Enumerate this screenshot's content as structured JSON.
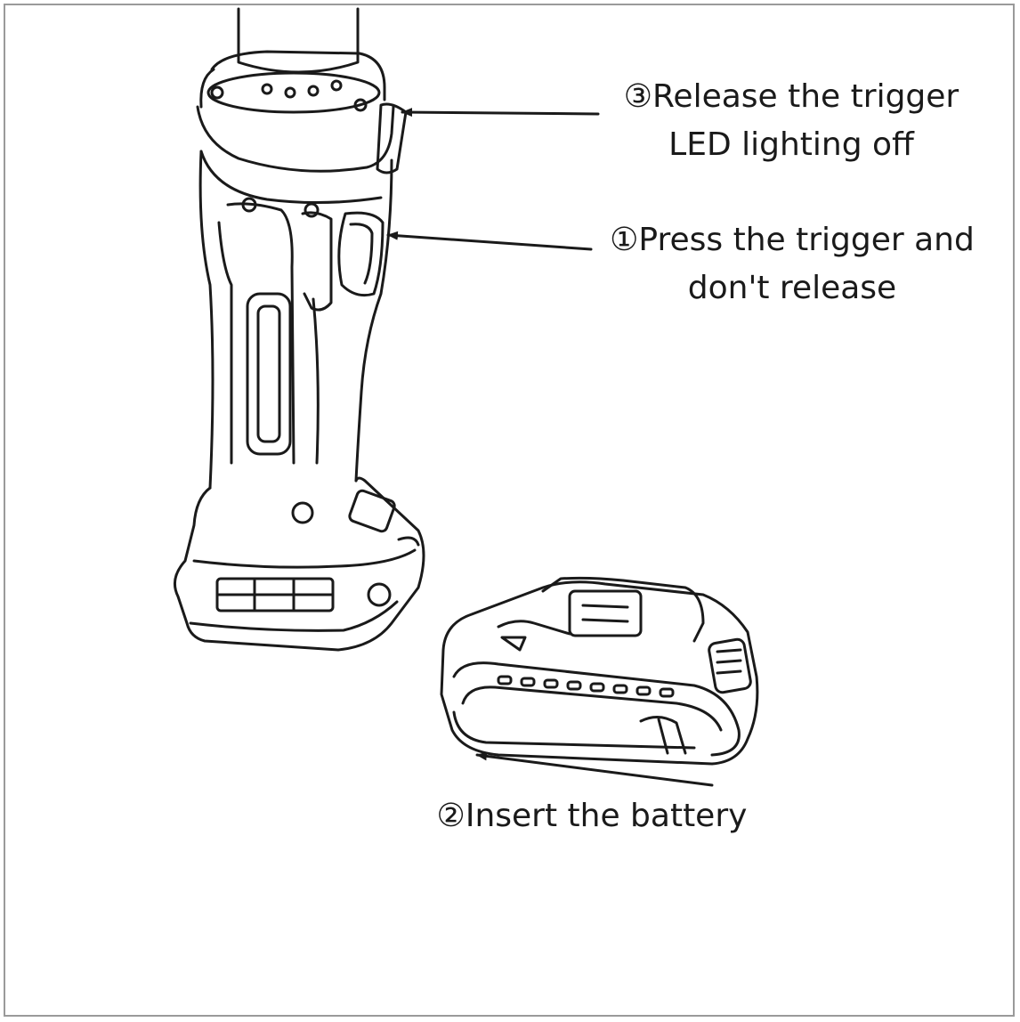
{
  "annotations": {
    "step3": {
      "line1": "③Release the trigger",
      "line2": "LED lighting off"
    },
    "step1": {
      "line1": "①Press the trigger and",
      "line2": "don't release"
    },
    "step2": {
      "line1": "②Insert the battery"
    }
  },
  "colors": {
    "ink": "#1a1a1a",
    "frame": "#9a9a9a",
    "paper": "#ffffff"
  }
}
